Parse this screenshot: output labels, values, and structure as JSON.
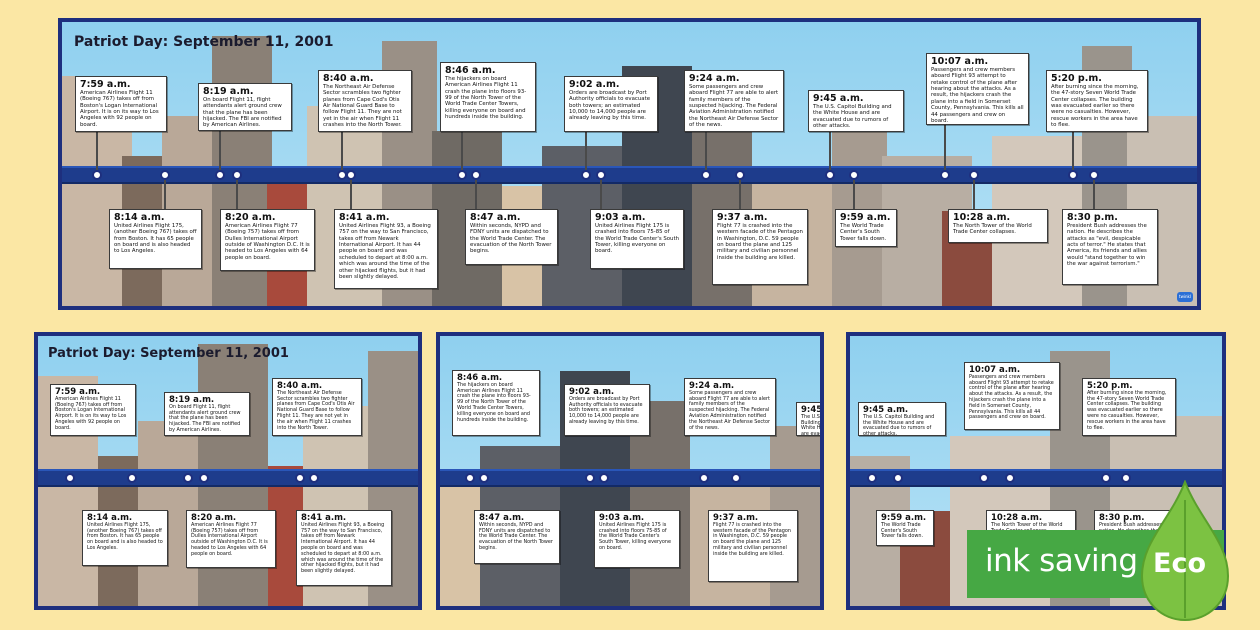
{
  "title": "Patriot Day: September 11, 2001",
  "colors": {
    "background": "#fbe7a4",
    "frame": "#1e2f7e",
    "timeline": "#1e3c8c",
    "eco_green": "#46a844"
  },
  "eco_badge": {
    "label": "ink saving",
    "eco": "Eco"
  },
  "brand_mark": "twinkl",
  "events": {
    "e0759": {
      "time": "7:59 a.m.",
      "text": "American Airlines Flight 11 (Boeing 767) takes off from Boston's Logan International Airport. It is on its way to Los Angeles with 92 people on board."
    },
    "e0814": {
      "time": "8:14 a.m.",
      "text": "United Airlines Flight 175, (another Boeing 767) takes off from Boston. It has 65 people on board and is also headed to Los Angeles."
    },
    "e0819": {
      "time": "8:19 a.m.",
      "text": "On board Flight 11, flight attendants alert ground crew that the plane has been hijacked. The FBI are notified by American Airlines."
    },
    "e0820": {
      "time": "8:20 a.m.",
      "text": "American Airlines Flight 77 (Boeing 757) takes off from Dulles International Airport outside of Washington D.C. It is headed to Los Angeles with 64 people on board."
    },
    "e0840": {
      "time": "8:40 a.m.",
      "text": "The Northeast Air Defense Sector scrambles two fighter planes from Cape Cod's Otis Air National Guard Base to follow Flight 11. They are not yet in the air when Flight 11 crashes into the North Tower."
    },
    "e0841": {
      "time": "8:41 a.m.",
      "text": "United Airlines Flight 93, a Boeing 757 on the way to San Francisco, takes off from Newark International Airport. It has 44 people on board and was scheduled to depart at 8:00 a.m. which was around the time of the other hijacked flights, but it had been slightly delayed."
    },
    "e0846": {
      "time": "8:46 a.m.",
      "text": "The hijackers on board American Airlines Flight 11 crash the plane into floors 93-99 of the North Tower of the World Trade Center Towers, killing everyone on board and hundreds inside the building."
    },
    "e0847": {
      "time": "8:47 a.m.",
      "text": "Within seconds, NYPD and FDNY units are dispatched to the World Trade Center. The evacuation of the North Tower begins."
    },
    "e0902": {
      "time": "9:02 a.m.",
      "text": "Orders are broadcast by Port Authority officials to evacuate both towers; an estimated 10,000 to 14,000 people are already leaving by this time."
    },
    "e0903": {
      "time": "9:03 a.m.",
      "text": "United Airlines Flight 175 is crashed into floors 75-85 of the World Trade Center's South Tower, killing everyone on board."
    },
    "e0924": {
      "time": "9:24 a.m.",
      "text": "Some passengers and crew aboard Flight 77 are able to alert family members of the suspected hijacking. The Federal Aviation Administration notified the Northeast Air Defense Sector of the news."
    },
    "e0937": {
      "time": "9:37 a.m.",
      "text": "Flight 77 is crashed into the western facade of the Pentagon in Washington, D.C. 59 people on board the plane and 125 military and civilian personnel inside the building are killed."
    },
    "e0945": {
      "time": "9:45 a.m.",
      "text": "The U.S. Capitol Building and the White House and are evacuated due to rumors of other attacks."
    },
    "e0959": {
      "time": "9:59 a.m.",
      "text": "The World Trade Center's South Tower falls down."
    },
    "e1007": {
      "time": "10:07 a.m.",
      "text": "Passengers and crew members aboard Flight 93 attempt to retake control of the plane after hearing about the attacks. As a result, the hijackers crash the plane into a field in Somerset County, Pennsylvania. This kills all 44 passengers and crew on board."
    },
    "e1028": {
      "time": "10:28 a.m.",
      "text": "The North Tower of the World Trade Center collapses."
    },
    "e1720": {
      "time": "5:20 p.m.",
      "text": "After burning since the morning, the 47-story Seven World Trade Center collapses. The building was evacuated earlier so there were no casualties. However, rescue workers in the area have to flee."
    },
    "e2030": {
      "time": "8:30 p.m.",
      "text": "President Bush addresses the nation. He describes the attacks as \"evil, despicable acts of terror.\" He states that America, its friends and allies would \"stand together to win the war against terrorism.\""
    }
  }
}
